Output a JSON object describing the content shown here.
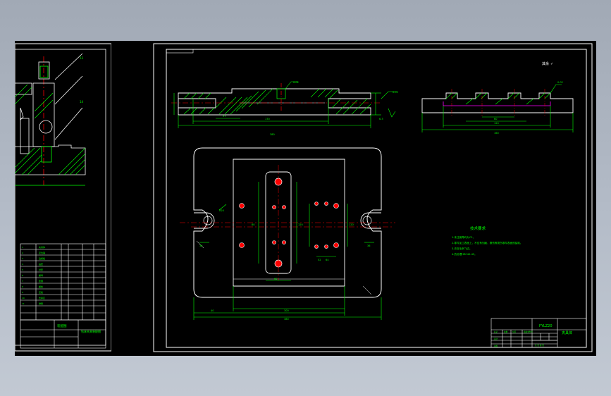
{
  "colors": {
    "background": "#a8b0bc",
    "canvas": "#000000",
    "frame": "#ffffff",
    "geometry": "#ffffff",
    "dimension": "#00ff00",
    "hatch": "#00ff00",
    "centerline": "#ff0000",
    "title_text": "#00ff00",
    "magenta": "#ff00ff",
    "yellow": "#ffff00",
    "hole_fill": "#ff0000"
  },
  "drawing_right": {
    "roughness_note": "其余",
    "tech_req_title": "技术要求",
    "tech_req_lines": [
      "1.未注倒角均为C1。",
      "2.零件加工表面上，不应有划痕、擦伤等损伤零件表面的缺陷。",
      "3.去除毛刺飞边。",
      "4.热处理HRC40-45。"
    ],
    "title_block": {
      "part_code": "FYLZ20",
      "part_name": "夹具体"
    },
    "dims": {
      "top_overall": "380",
      "top_inner": "170",
      "top_left": "37",
      "bottom_overall": "380",
      "bottom_inner": "300",
      "bottom_left": "40",
      "mid_width": "60",
      "r_hole": "R20",
      "side_width": "160"
    }
  },
  "drawing_left": {
    "title_block": {
      "title": "钻床夹具装配图",
      "company": "装配图"
    }
  }
}
